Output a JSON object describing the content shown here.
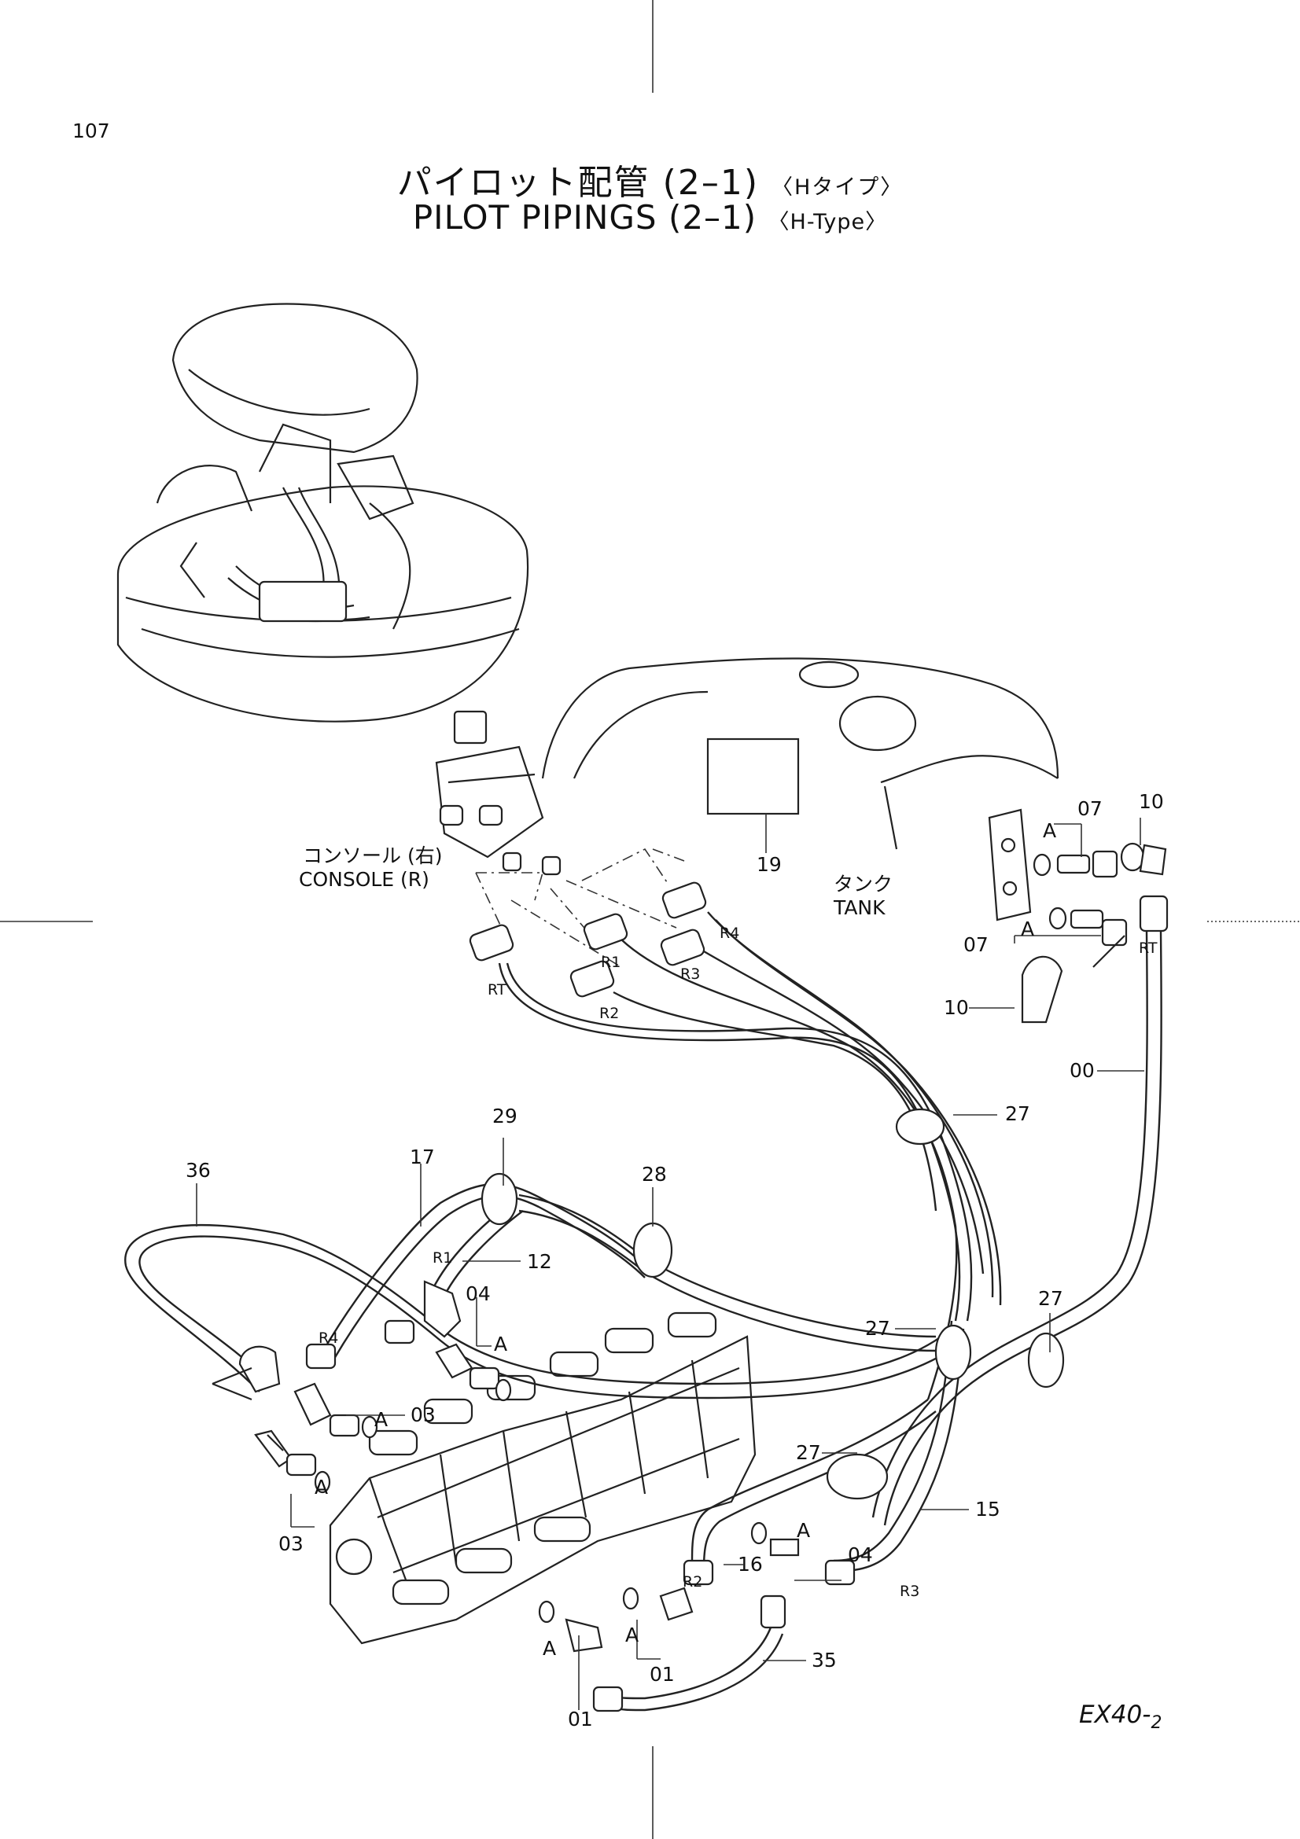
{
  "page_number": "107",
  "title": {
    "jp_main": "パイロット配管 (2–1)",
    "jp_type": "〈Hタイプ〉",
    "en_main": "PILOT  PIPINGS  (2–1)",
    "en_type": "〈H-Type〉"
  },
  "component_labels": {
    "console_jp": "コンソール (右)",
    "console_en": "CONSOLE (R)",
    "tank_jp": "タンク",
    "tank_en": "TANK"
  },
  "part_numbers": [
    "00",
    "01",
    "01",
    "03",
    "03",
    "04",
    "04",
    "07",
    "07",
    "10",
    "10",
    "12",
    "15",
    "16",
    "17",
    "19",
    "27",
    "27",
    "27",
    "27",
    "28",
    "29",
    "35",
    "36"
  ],
  "port_tags": [
    "R1",
    "R2",
    "R3",
    "R4",
    "RT",
    "RT",
    "R1",
    "R2",
    "R3",
    "R4"
  ],
  "seal_tag": "A",
  "model": {
    "main": "EX40-",
    "suffix": "2"
  }
}
